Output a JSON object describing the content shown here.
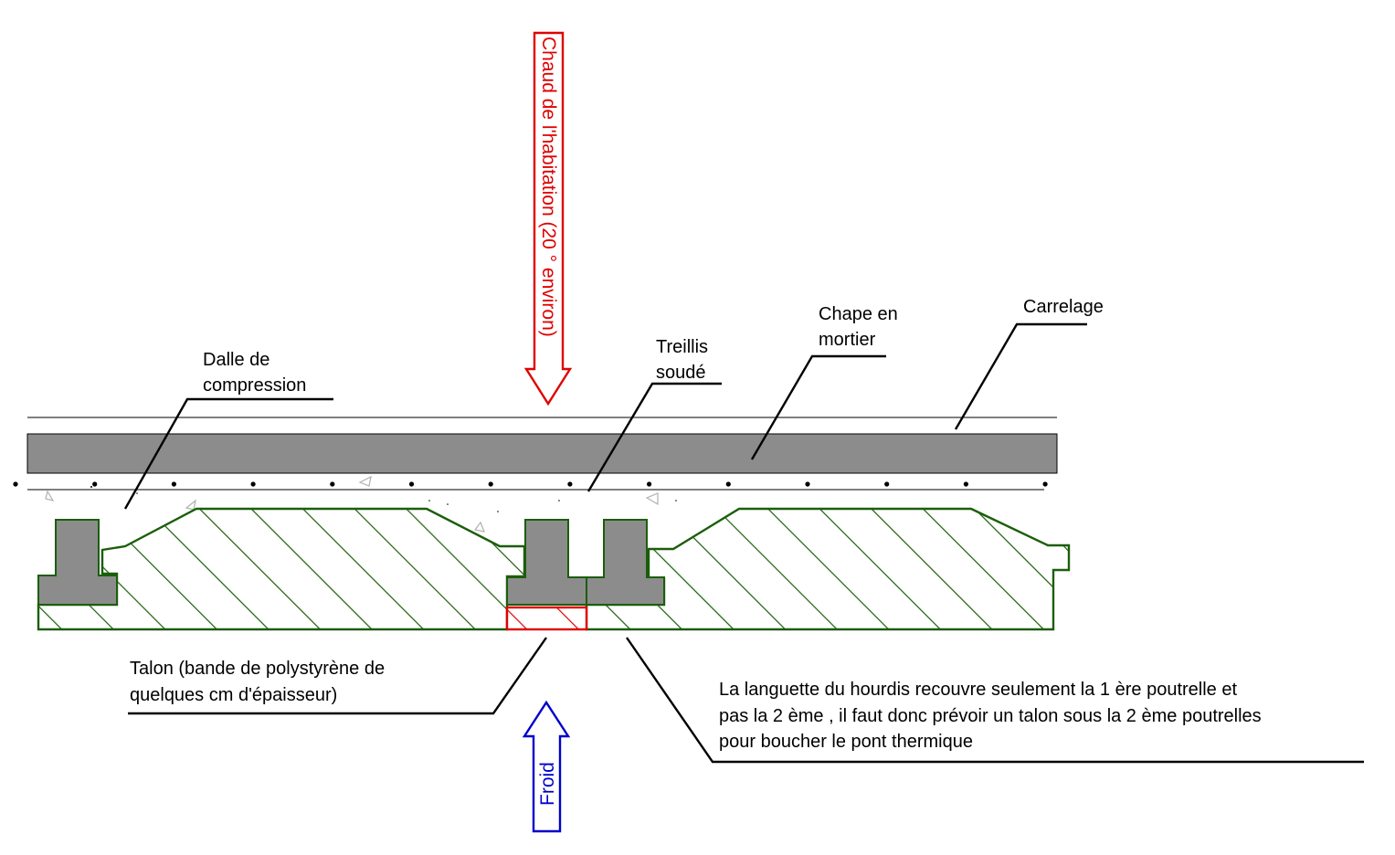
{
  "labels": {
    "dalle_line1": "Dalle de",
    "dalle_line2": "compression",
    "treillis_line1": "Treillis",
    "treillis_line2": "soudé",
    "chape_line1": "Chape en",
    "chape_line2": "mortier",
    "carrelage": "Carrelage",
    "talon_line1": "Talon (bande de polystyrène de",
    "talon_line2": "quelques cm d'épaisseur)",
    "languette_line1": "La languette du hourdis recouvre seulement la 1 ère poutrelle et",
    "languette_line2": "pas la 2 ème , il faut donc prévoir un talon sous la 2 ème poutrelles",
    "languette_line3": "pour boucher le pont thermique"
  },
  "arrows": {
    "chaud": "Chaud de l'habitation (20 ° environ)",
    "froid": "Froid"
  },
  "colors": {
    "hourdis_outline": "#1b5e0a",
    "poutrelle_fill": "#8c8c8c",
    "chape_fill": "#8c8c8c",
    "talon": "#e00000",
    "chaud_arrow": "#e00000",
    "froid_arrow": "#0000cc"
  }
}
